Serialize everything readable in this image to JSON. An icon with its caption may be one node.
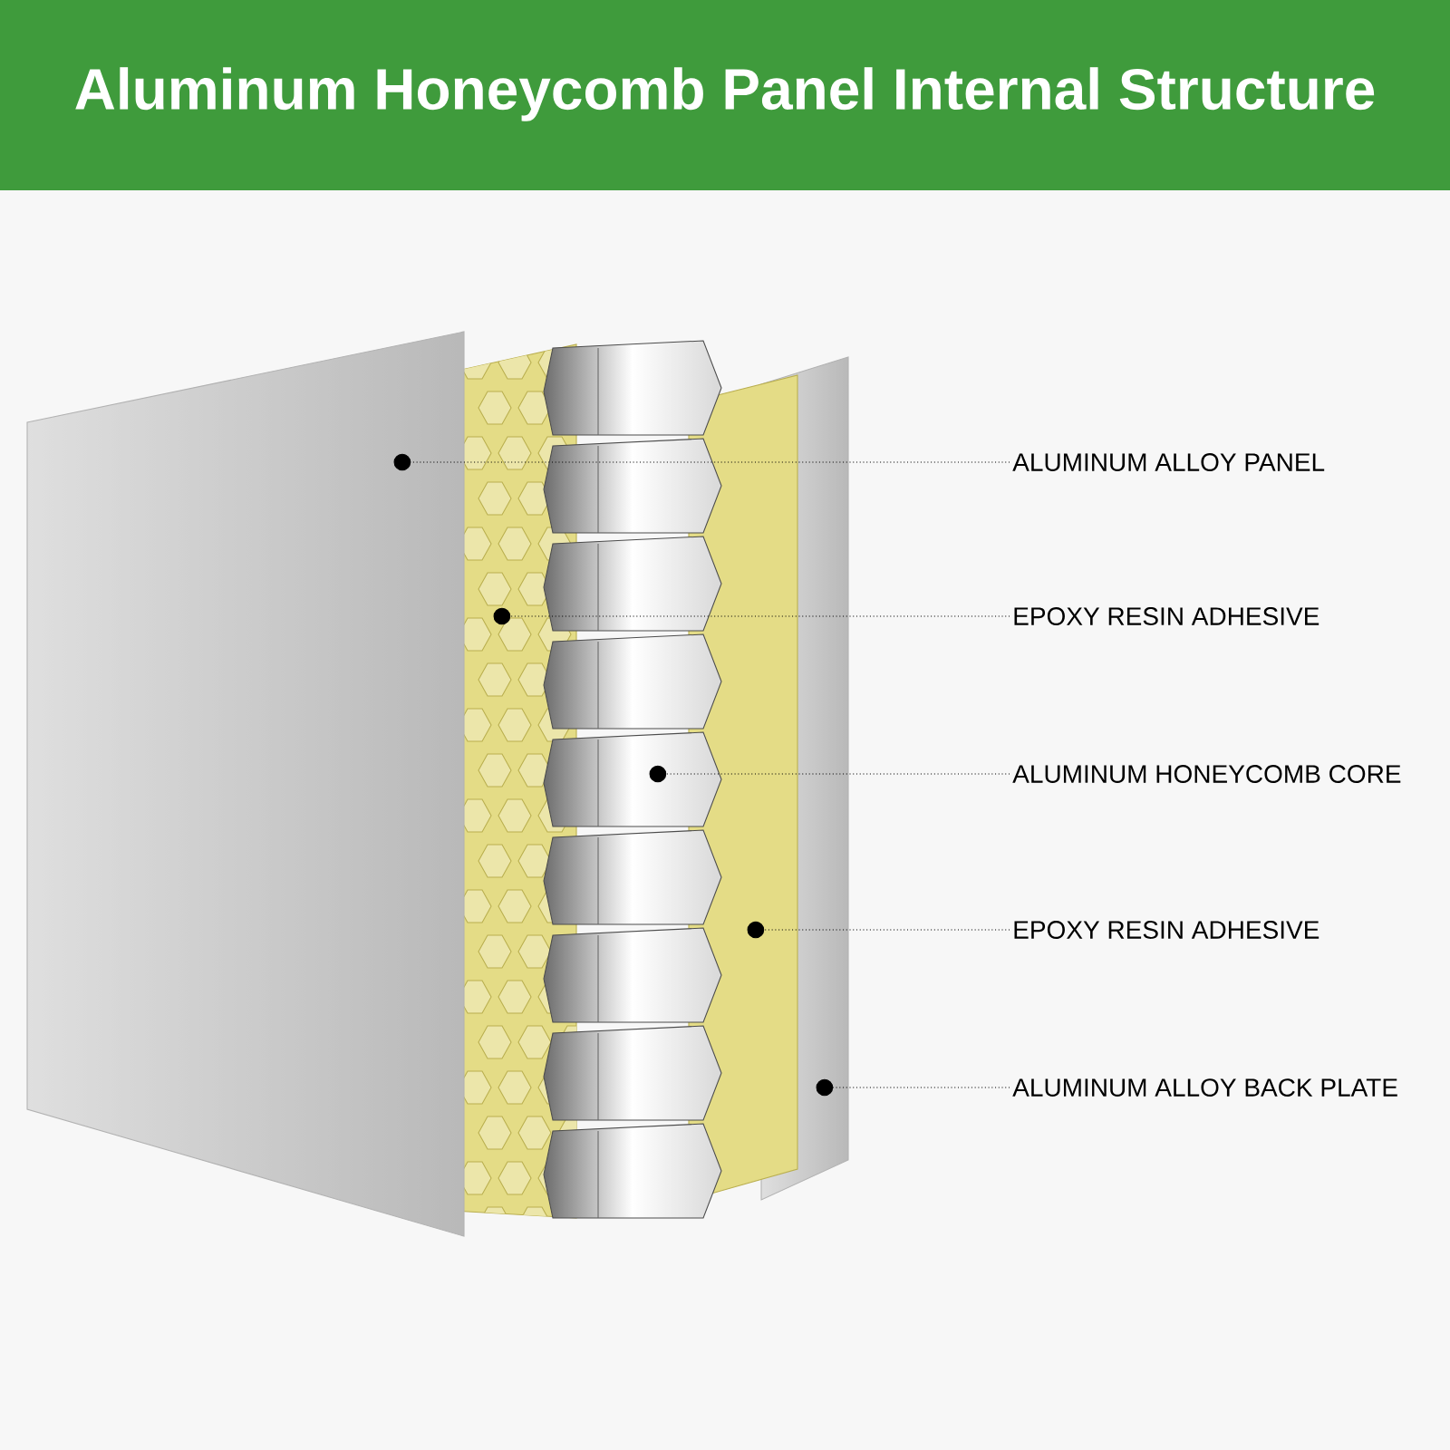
{
  "diagram": {
    "title": "Aluminum Honeycomb Panel Internal Structure",
    "nodes": [
      {
        "text": [
          "ALUMINUM ALLOY PANEL"
        ]
      },
      {
        "text": [
          "EPOXY RESIN ADHESIVE"
        ]
      },
      {
        "text": [
          "ALUMINUM HONEYCOMB CORE"
        ]
      },
      {
        "text": [
          "EPOXY RESIN ADHESIVE"
        ]
      },
      {
        "text": [
          "ALUMINUM ALLOY BACK PLATE"
        ]
      },
      {
        "text": [],
        "shape": "box"
      },
      {
        "text": [],
        "shape": "box"
      },
      {
        "text": [],
        "shape": "picture"
      },
      {
        "text": [],
        "shape": "box"
      },
      {
        "text": [],
        "shape": "box"
      }
    ],
    "edges": [
      {
        "from": 0,
        "to": 5,
        "arrow": "other",
        "style": "dashed"
      },
      {
        "from": 1,
        "to": 6,
        "arrow": "other",
        "style": "dashed"
      },
      {
        "from": 2,
        "to": 7,
        "arrow": "other",
        "style": "dashed"
      },
      {
        "from": 3,
        "to": 8,
        "arrow": "other",
        "style": "dashed"
      },
      {
        "from": 4,
        "to": 9,
        "arrow": "other",
        "style": "dashed"
      }
    ]
  }
}
